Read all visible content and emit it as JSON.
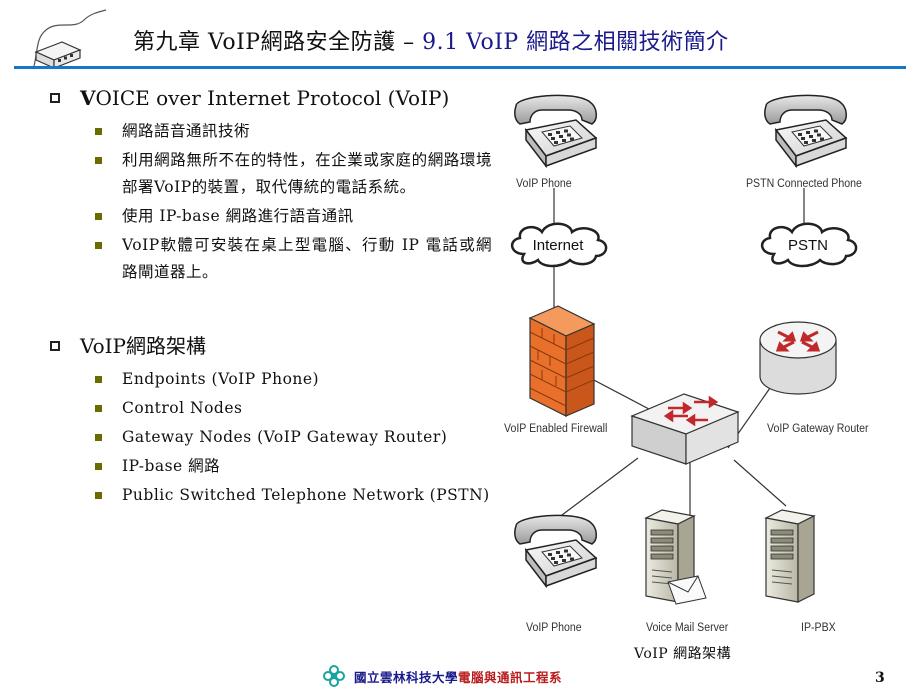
{
  "header": {
    "title_main": "第九章 VoIP網路安全防護 – ",
    "title_sub": "9.1 VoIP 網路之相關技術簡介"
  },
  "sections": [
    {
      "heading_bold": "V",
      "heading_rest": "OICE over Internet Protocol (VoIP)",
      "items": [
        "網路語音通訊技術",
        "利用網路無所不在的特性，在企業或家庭的網路環境部署VoIP的裝置，取代傳統的電話系統。",
        "使用 IP-base 網路進行語音通訊",
        "VoIP軟體可安裝在桌上型電腦、行動 IP 電話或網路閘道器上。"
      ]
    },
    {
      "heading_bold": "",
      "heading_rest": "VoIP網路架構",
      "items": [
        "Endpoints (VoIP Phone)",
        "Control Nodes",
        "Gateway Nodes (VoIP Gateway Router)",
        "IP-base 網路",
        "Public Switched Telephone Network (PSTN)"
      ]
    }
  ],
  "diagram": {
    "labels": {
      "voip_phone_top": "VoIP Phone",
      "pstn_phone": "PSTN Connected Phone",
      "internet": "Internet",
      "pstn": "PSTN",
      "firewall": "VoIP Enabled Firewall",
      "gateway_router": "VoIP Gateway Router",
      "voip_phone_bottom": "VoIP Phone",
      "voice_mail": "Voice Mail Server",
      "ipbx": "IP-PBX"
    },
    "caption": "VoIP 網路架構"
  },
  "footer": {
    "school": "國立雲林科技大學",
    "dept": "電腦與通訊工程系",
    "page": "3"
  },
  "colors": {
    "rule": "#1577c7",
    "title_sub": "#1a1a8c",
    "bullet": "#6b6b00",
    "firewall": "#e8702a",
    "router": "#c0282c"
  }
}
